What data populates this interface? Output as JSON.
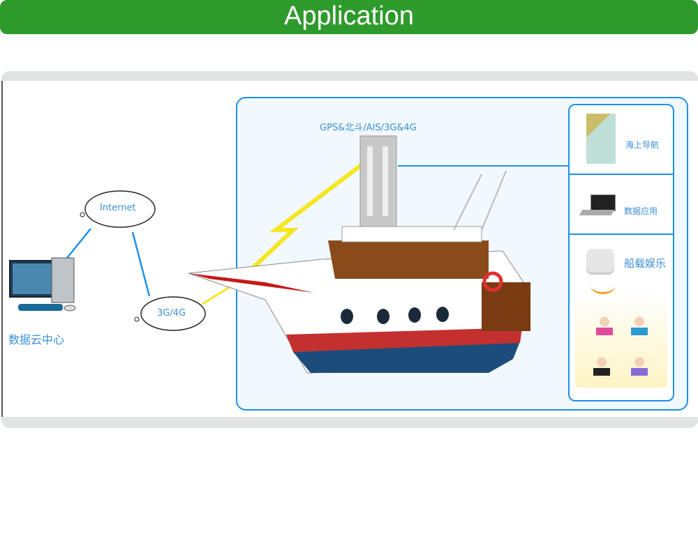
{
  "header": {
    "title": "Application"
  },
  "diagram": {
    "antenna_label": "GPS&北斗/AIS/3G&4G",
    "internet_label": "Internet",
    "network_label": "3G/4G",
    "datacenter_label": "数据云中心",
    "services": [
      {
        "label": "海上导航",
        "icon": "nautical-chart-icon"
      },
      {
        "label": "数据应用",
        "icon": "laptop-icon"
      },
      {
        "label": "船载娱乐",
        "icon": "wireless-access-point-icon"
      }
    ],
    "colors": {
      "banner": "#2f9a2c",
      "accent": "#1e90e8",
      "link": "#f5e620"
    }
  }
}
